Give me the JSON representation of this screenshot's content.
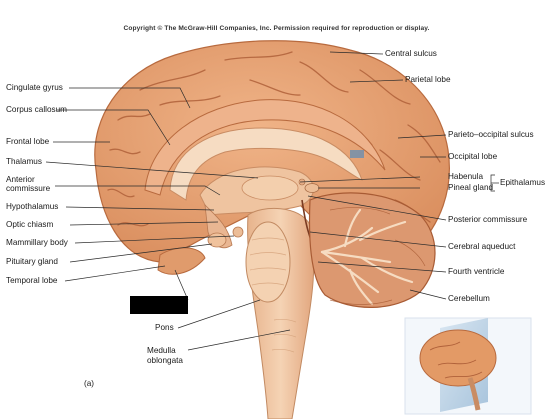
{
  "copyright": "Copyright © The McGraw-Hill Companies, Inc. Permission required for reproduction or display.",
  "part_label": "(a)",
  "labels_left": {
    "cingulate_gyrus": "Cingulate gyrus",
    "corpus_callosum": "Corpus callosum",
    "frontal_lobe": "Frontal lobe",
    "thalamus": "Thalamus",
    "anterior_commissure_1": "Anterior",
    "anterior_commissure_2": "commissure",
    "hypothalamus": "Hypothalamus",
    "optic_chiasm": "Optic chiasm",
    "mammillary_body": "Mammillary body",
    "pituitary_gland": "Pituitary gland",
    "temporal_lobe": "Temporal lobe"
  },
  "labels_right": {
    "central_sulcus": "Central sulcus",
    "parietal_lobe": "Parietal lobe",
    "parieto_occipital_sulcus": "Parieto–occipital sulcus",
    "occipital_lobe": "Occipital lobe",
    "habenula": "Habenula",
    "pineal_gland": "Pineal gland",
    "epithalamus": "Epithalamus",
    "posterior_commissure": "Posterior commissure",
    "cerebral_aqueduct": "Cerebral aqueduct",
    "fourth_ventricle": "Fourth ventricle",
    "cerebellum": "Cerebellum"
  },
  "labels_bottom": {
    "pons": "Pons",
    "medulla_1": "Medulla",
    "medulla_2": "oblongata"
  },
  "colors": {
    "cortex": "#e8a271",
    "cortex_dark": "#c9774a",
    "sulcus": "#a85b34",
    "white_matter": "#f6d9bd",
    "corpus_callosum": "#f3cfae",
    "brainstem": "#f1c6a3",
    "cerebellum": "#dc9870",
    "leader": "#333333",
    "inset_bg": "#b9d2e6"
  }
}
